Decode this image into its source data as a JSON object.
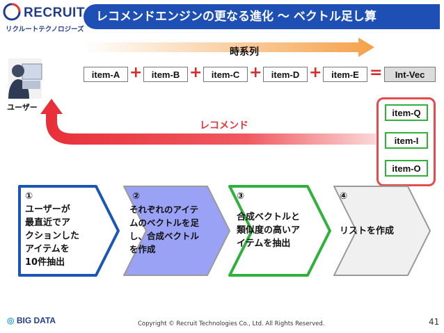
{
  "header": {
    "logo_text": "RECRUIT",
    "logo_subtext": "リクルートテクノロジーズ",
    "title": "レコメンドエンジンの更なる進化 ～ ベクトル足し算"
  },
  "timeline": {
    "label": "時系列"
  },
  "equation": {
    "items": [
      "item-A",
      "item-B",
      "item-C",
      "item-D",
      "item-E"
    ],
    "plus": "+",
    "equals": "=",
    "result": "Int-Vec"
  },
  "user": {
    "label": "ユーザー"
  },
  "recommend": {
    "label": "レコメンド",
    "items": [
      "item-Q",
      "item-I",
      "item-O"
    ]
  },
  "steps": [
    {
      "number": "①",
      "lines": [
        "ユーザーが",
        "最直近でア",
        "クションした",
        "アイテムを",
        "10件抽出"
      ]
    },
    {
      "number": "②",
      "lines": [
        "それぞれのアイテ",
        "ムのベクトルを足",
        "し、合成ベクトル",
        "を作成"
      ]
    },
    {
      "number": "③",
      "lines": [
        "合成ベクトルと",
        "類似度の高いア",
        "イテムを抽出"
      ]
    },
    {
      "number": "④",
      "lines": [
        "リストを作成"
      ]
    }
  ],
  "colors": {
    "title_bar": "#1d4fb5",
    "plus_red": "#d62c2c",
    "recommend_red": "#e7363e",
    "step1_border": "#1a56b8",
    "step2_fill": "#9aa2f5",
    "step3_border": "#2fb23a",
    "step4_border": "#e64a4a"
  },
  "footer": {
    "company_logo": "BIG DATA",
    "copyright": "Copyright © Recruit Technologies Co., Ltd. All Rights Reserved.",
    "page_number": "41"
  }
}
